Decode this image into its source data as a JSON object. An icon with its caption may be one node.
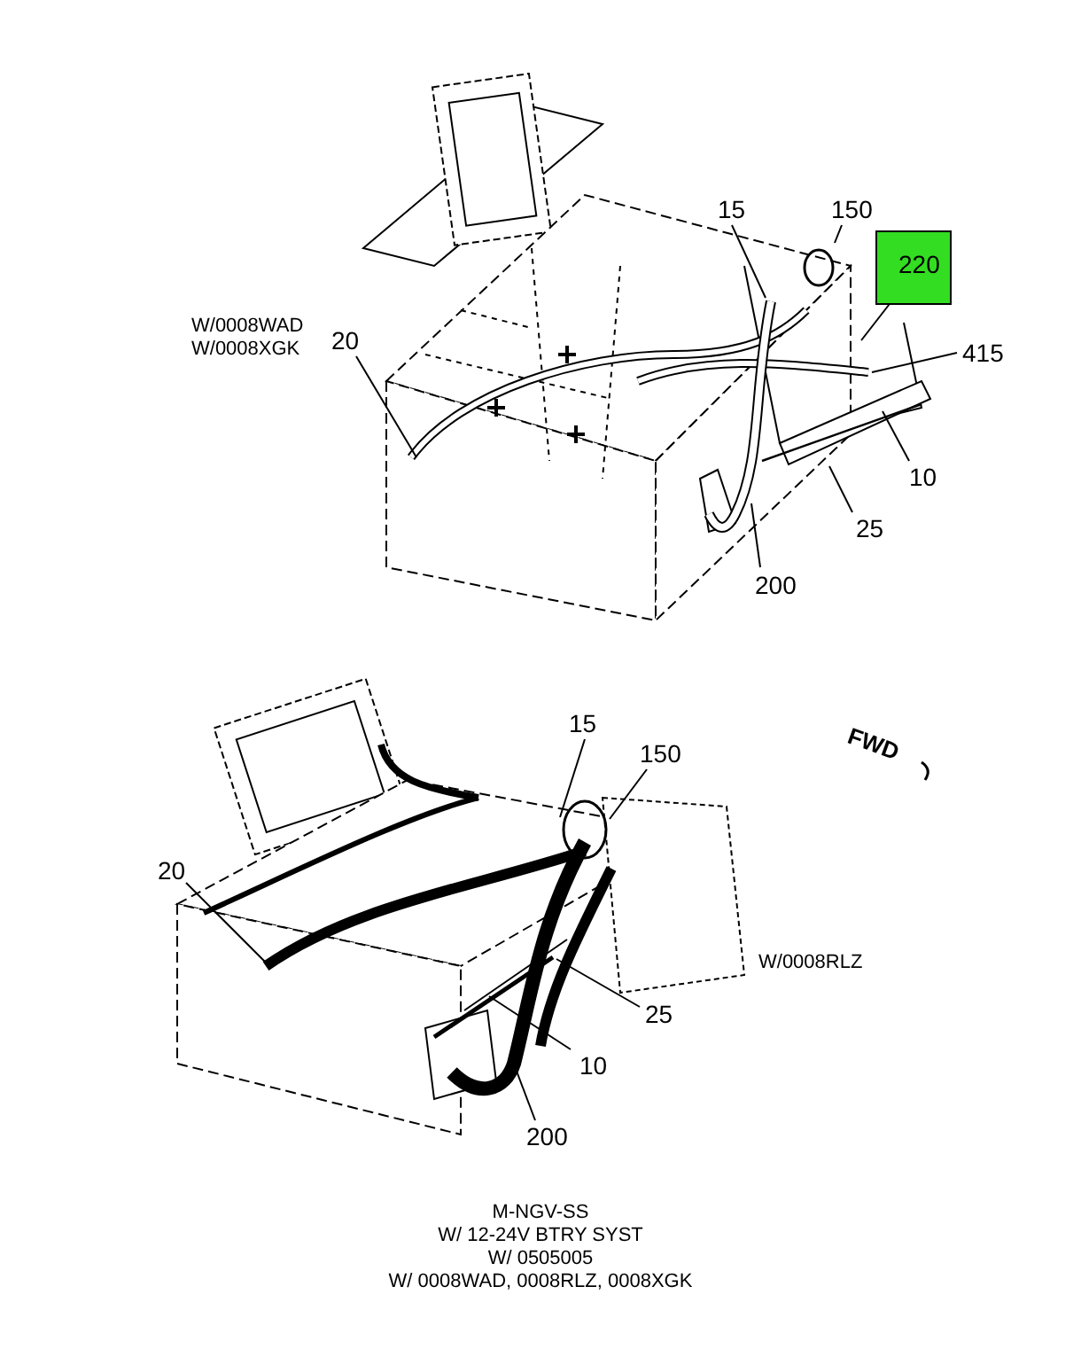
{
  "diagram": {
    "nodes": [
      {
        "text": [
          "15"
        ]
      },
      {
        "text": [
          "150"
        ]
      },
      {
        "text": [
          "220"
        ]
      },
      {
        "text": [
          "20"
        ]
      },
      {
        "text": [
          "415"
        ]
      },
      {
        "text": [
          "10"
        ]
      },
      {
        "text": [
          "25"
        ]
      },
      {
        "text": [
          "200"
        ]
      },
      {
        "text": [
          "15"
        ]
      },
      {
        "text": [
          "150"
        ]
      },
      {
        "text": [
          "20"
        ]
      },
      {
        "text": [
          "25"
        ]
      },
      {
        "text": [
          "10"
        ]
      },
      {
        "text": [
          "200"
        ]
      }
    ],
    "edges": [
      {
        "from": 0,
        "to": null,
        "arrow": "none"
      },
      {
        "from": 1,
        "to": null,
        "arrow": "none"
      },
      {
        "from": 2,
        "to": null,
        "arrow": "none"
      },
      {
        "from": 3,
        "to": null,
        "arrow": "none"
      },
      {
        "from": 4,
        "to": null,
        "arrow": "none"
      },
      {
        "from": 5,
        "to": null,
        "arrow": "none"
      },
      {
        "from": 6,
        "to": null,
        "arrow": "none"
      },
      {
        "from": 7,
        "to": null,
        "arrow": "none"
      },
      {
        "from": 8,
        "to": null,
        "arrow": "none"
      },
      {
        "from": 9,
        "to": null,
        "arrow": "none"
      },
      {
        "from": 10,
        "to": null,
        "arrow": "none"
      },
      {
        "from": 11,
        "to": null,
        "arrow": "none"
      },
      {
        "from": 12,
        "to": null,
        "arrow": "none"
      },
      {
        "from": 13,
        "to": null,
        "arrow": "none"
      }
    ],
    "labels": [
      "W/0008WAD",
      "W/0008XGK",
      "FWD",
      "W/0008RLZ",
      "M-NGV-SS",
      "W/ 12-24V BTRY SYST",
      "W/ 0505005",
      "W/ 0008WAD, 0008RLZ, 0008XGK"
    ]
  }
}
